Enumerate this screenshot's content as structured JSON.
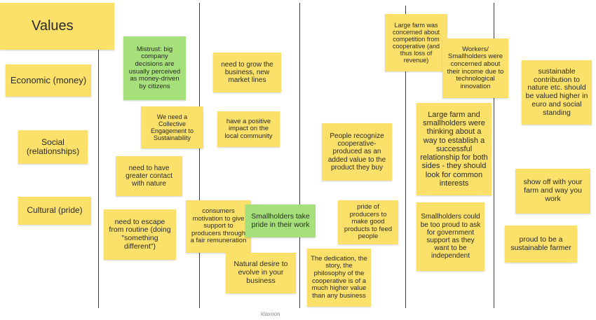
{
  "board": {
    "title": "Values",
    "row_labels": {
      "economic": "Economic (money)",
      "social": "Social (relationships)",
      "cultural": "Cultural (pride)"
    },
    "notes": {
      "mistrust": "Mistrust: big company decisions are usually perceived as money-driven by citizens",
      "collective_engagement": "We need a Collective Engagement to Sustainability",
      "contact_nature": "need to have greater contact with nature",
      "escape_routine": "need to escape from routine (doing \"something different\")",
      "grow_business": "need to grow the business, new market lines",
      "positive_impact": "have a positive impact on the local community",
      "consumers_motivation": "consumers motivation to give support to producers through a fair remuneration",
      "smallholders_pride": "Smallholders take pride in their work",
      "natural_desire": "Natural desire to evolve in your business",
      "people_recognize": "People recognize cooperative-produced as an added value to the product they buy",
      "pride_producers": "pride of producers to make good products to feed people",
      "dedication": "The dedication, the story, the philosophy of the cooperative is of a much higher value than any business",
      "large_farm_concerned": "Large farm was concerned about competition from cooperative (and thus loss of revenue)",
      "workers_concerned": "Workers/ Smallholders were concerned about their income due to technological innovation",
      "large_farm_thinking": "Large farm and smallholders were thinking about a way to establish a successful relationship for both sides - they should look for common interests",
      "too_proud": "Smallholders could be too proud to ask for government support as they want to be independent",
      "sustainable_contribution": "sustainable contribution to nature etc. should be valued higher in euro and social standing",
      "show_off": "show off with your farm and way you work",
      "proud_farmer": "proud to be a sustainable farmer"
    },
    "watermark": "klaxoon"
  },
  "colors": {
    "note_yellow": "#fbe16a",
    "note_green": "#a6e07a",
    "line": "#3a3a3a",
    "background": "#ffffff"
  }
}
